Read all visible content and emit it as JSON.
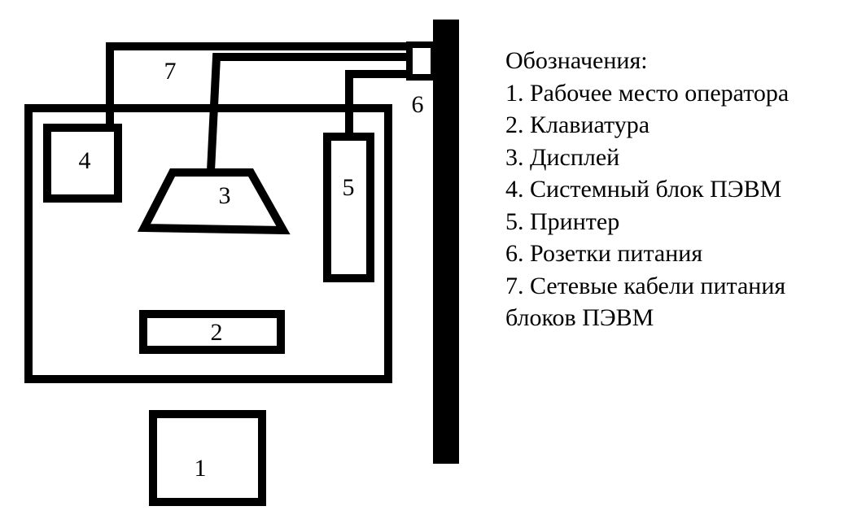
{
  "diagram": {
    "labels": {
      "operator": "1",
      "keyboard": "2",
      "display": "3",
      "system_unit": "4",
      "printer": "5",
      "sockets": "6",
      "cables": "7"
    },
    "colors": {
      "stroke": "#000000",
      "background": "#ffffff"
    }
  },
  "legend": {
    "title": "Обозначения:",
    "items": [
      "1. Рабочее место оператора",
      "2. Клавиатура",
      "3. Дисплей",
      "4. Системный блок ПЭВМ",
      "5. Принтер",
      "6. Розетки питания",
      "7. Сетевые кабели питания",
      "блоков ПЭВМ"
    ]
  }
}
